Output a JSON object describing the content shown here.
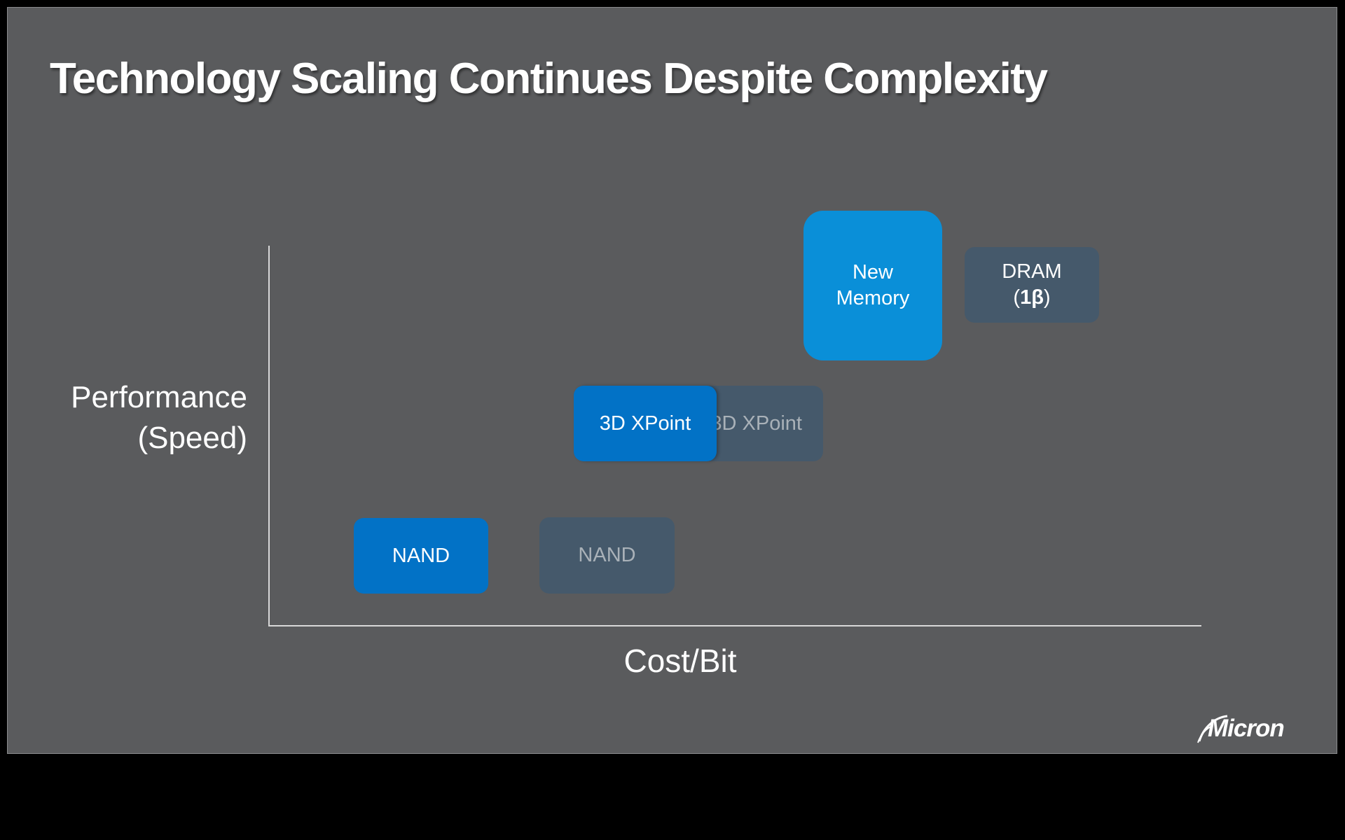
{
  "slide": {
    "title": "Technology Scaling Continues Despite Complexity",
    "y_axis_label_line1": "Performance",
    "y_axis_label_line2": "(Speed)",
    "x_axis_label": "Cost/Bit"
  },
  "boxes": {
    "nand_current": "NAND",
    "nand_previous": "NAND",
    "xpoint_current": "3D XPoint",
    "xpoint_previous": "3D XPoint",
    "new_memory_line1": "New",
    "new_memory_line2": "Memory",
    "dram_line1": "DRAM",
    "dram_line2_open": "(",
    "dram_line2_node": "1β",
    "dram_line2_close": ")"
  },
  "logo": {
    "text": "Micron"
  },
  "colors": {
    "background": "#5a5b5d",
    "current_box": "#0272c6",
    "new_memory_box": "#0a8fd8",
    "previous_box": "#45596b",
    "frame": "#000000"
  }
}
